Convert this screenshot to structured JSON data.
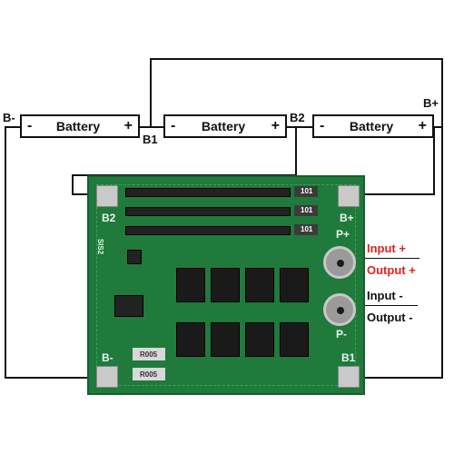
{
  "batteries": [
    {
      "label": "Battery",
      "neg": "-",
      "pos": "+"
    },
    {
      "label": "Battery",
      "neg": "-",
      "pos": "+"
    },
    {
      "label": "Battery",
      "neg": "-",
      "pos": "+"
    }
  ],
  "wire_labels": {
    "b_minus": "B-",
    "b1": "B1",
    "b2": "B2",
    "b_plus": "B+"
  },
  "board_silk": {
    "b2": "B2",
    "b_plus": "B+",
    "p_plus": "P+",
    "p_minus": "P-",
    "b_minus": "B-",
    "b1": "B1",
    "sis2": "SIS2",
    "r1": "R005",
    "r2": "R005",
    "r3": "101",
    "r4": "101",
    "r5": "101"
  },
  "io_labels": {
    "input_plus": "Input +",
    "output_plus": "Output +",
    "input_minus": "Input -",
    "output_minus": "Output -"
  },
  "colors": {
    "positive_text": "#e02020",
    "negative_text": "#111111",
    "board": "#1f7a3c"
  }
}
